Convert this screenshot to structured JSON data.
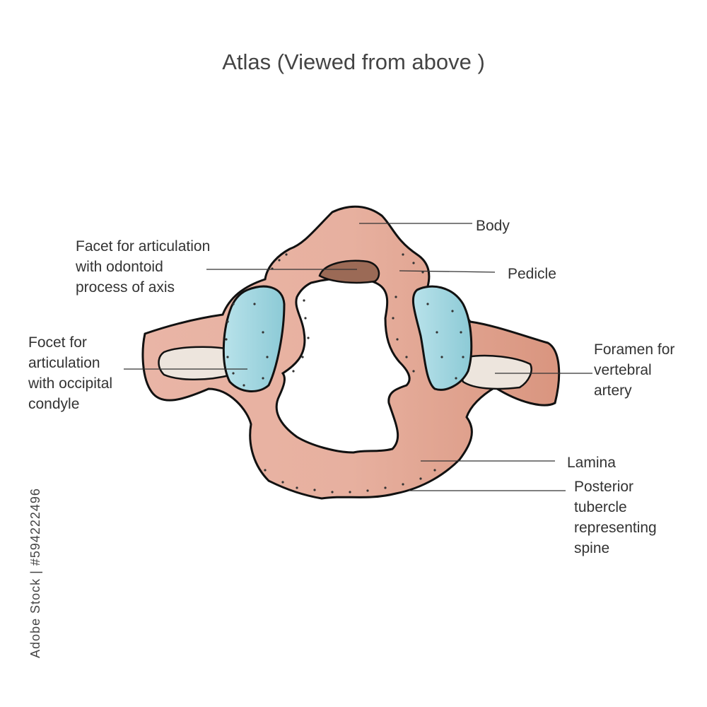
{
  "title": "Atlas (Viewed from above )",
  "labels": {
    "body": "Body",
    "facet_odontoid": "Facet for articulation\nwith odontoid\nprocess of axis",
    "pedicle": "Pedicle",
    "facet_occipital": "Focet for\narticulation\nwith occipital\ncondyle",
    "foramen": "Foramen for\nvertebral\nartery",
    "lamina": "Lamina",
    "posterior_tubercle": "Posterior\ntubercle\nrepresenting\nspine"
  },
  "stock_id": "Adobe Stock | #594222496",
  "colors": {
    "bone": "#e8b0a0",
    "facet_blue": "#a8dbe4",
    "foramen_fill": "#eee6df",
    "odontoid_facet": "#9b6a56",
    "outline": "#111111",
    "leader": "#333333"
  }
}
